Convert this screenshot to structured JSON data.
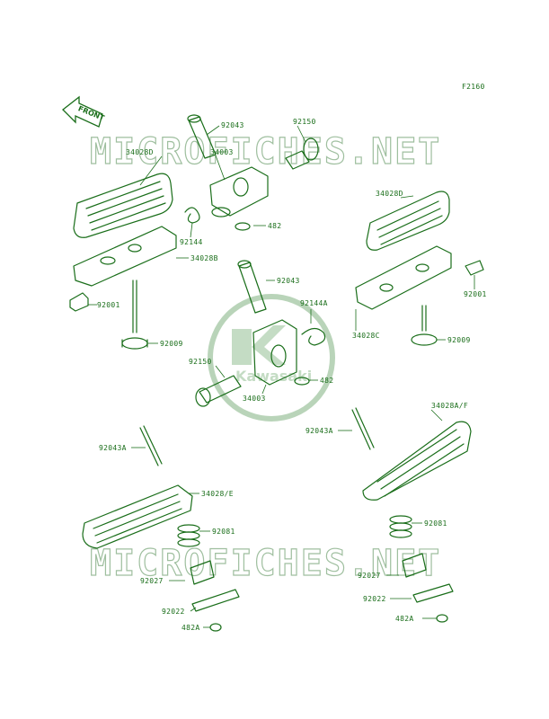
{
  "figure_code": "F2160",
  "front_label": "FRONT",
  "watermark_text": "MICROFICHES.NET",
  "brand_logo_text": "Kawasaki",
  "colors": {
    "line": "#1a6e1a",
    "watermark": "#9fbf9f",
    "background": "#ffffff"
  },
  "part_labels": [
    "34028D",
    "92043",
    "92150",
    "34003",
    "34028D",
    "92144",
    "482",
    "34028B",
    "92001",
    "92009",
    "92043",
    "92144A",
    "92001",
    "34028C",
    "92009",
    "92150",
    "482",
    "34003",
    "34028A/F",
    "92043A",
    "92043A",
    "34028/E",
    "92081",
    "92081",
    "92027",
    "92027",
    "92022",
    "92022",
    "482A",
    "482A"
  ]
}
